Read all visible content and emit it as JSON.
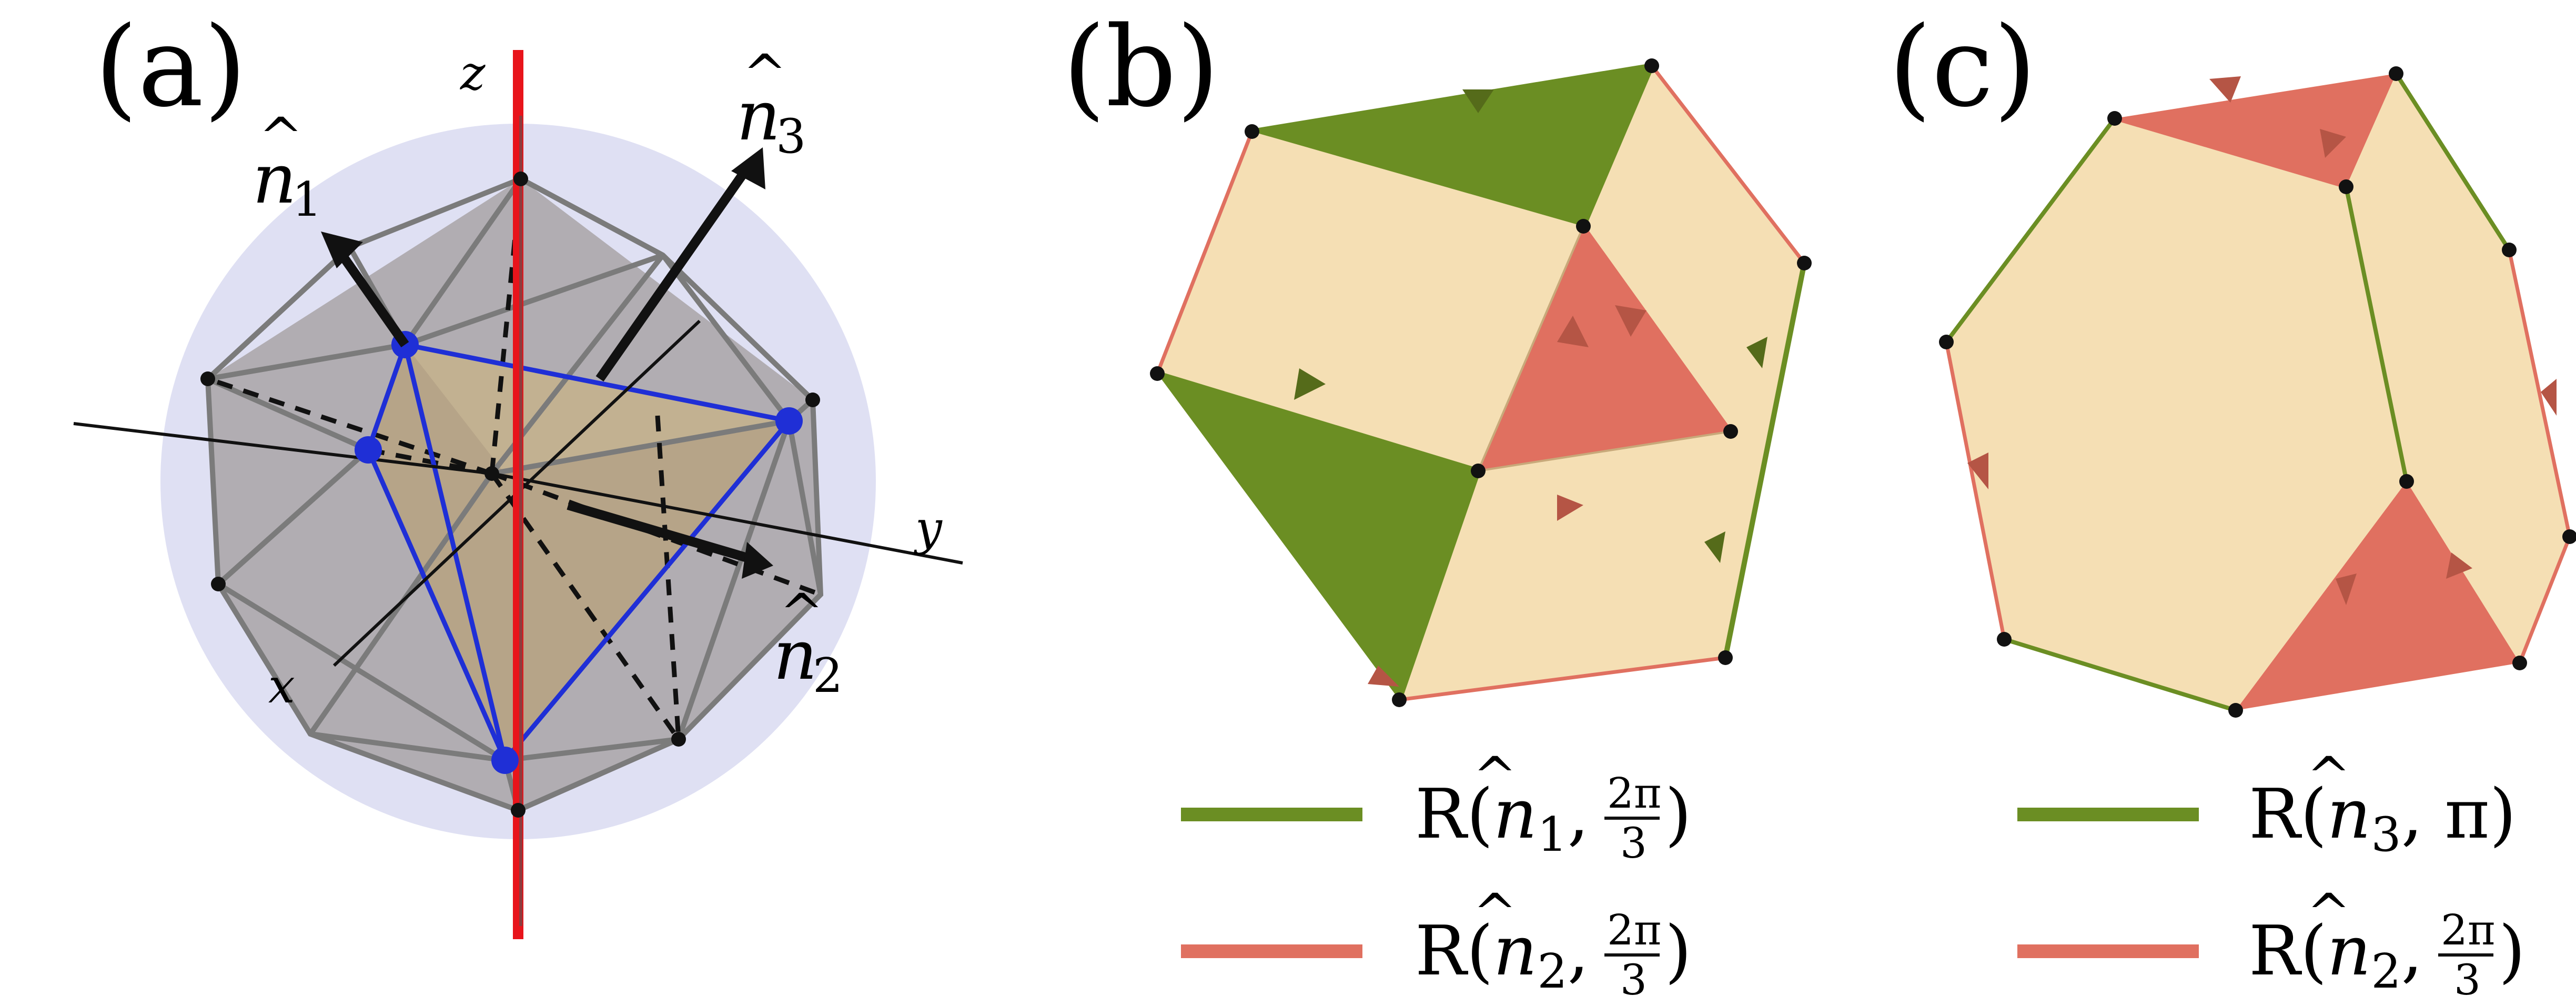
{
  "panels": {
    "a": {
      "label": "(a)",
      "axes": {
        "x": "x",
        "y": "y",
        "z": "z"
      },
      "vectors": [
        {
          "base": "n",
          "sub": "1"
        },
        {
          "base": "n",
          "sub": "2"
        },
        {
          "base": "n",
          "sub": "3"
        }
      ]
    },
    "b": {
      "label": "(b)",
      "legend": [
        {
          "color": "#6b8e23",
          "op": "R(",
          "vec": "n",
          "sub": "1",
          "angle_num": "2π",
          "angle_den": "3",
          "close": ")"
        },
        {
          "color": "#e07060",
          "op": "R(",
          "vec": "n",
          "sub": "2",
          "angle_num": "2π",
          "angle_den": "3",
          "close": ")"
        }
      ]
    },
    "c": {
      "label": "(c)",
      "legend": [
        {
          "color": "#6b8e23",
          "op": "R(",
          "vec": "n",
          "sub": "3",
          "angle": ", π)"
        },
        {
          "color": "#e07060",
          "op": "R(",
          "vec": "n",
          "sub": "2",
          "angle_num": "2π",
          "angle_den": "3",
          "close": ")"
        }
      ]
    }
  },
  "colors": {
    "green": "#6b8e23",
    "red": "#e07060",
    "cream": "#f5dfb4",
    "sphere": "#dfe0f3",
    "blue": "#1f2fd6",
    "zaxis": "#e8141b"
  }
}
